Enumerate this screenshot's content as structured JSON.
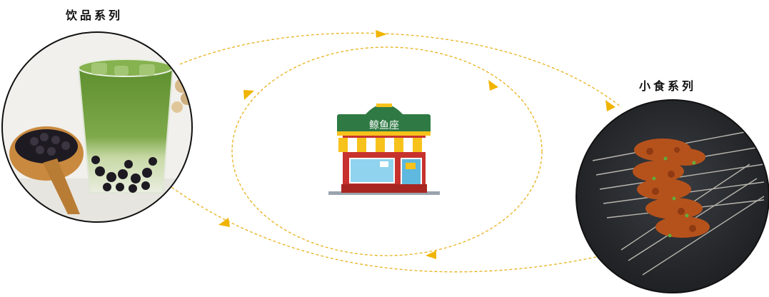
{
  "drinks": {
    "label": "饮品系列"
  },
  "snacks": {
    "label": "小食系列"
  },
  "store": {
    "sign": "鲸鱼座"
  },
  "colors": {
    "arrow": "#f0b400",
    "dash": "#e8b11c",
    "store_green": "#2f7a44",
    "store_red": "#c7322e",
    "awning_yellow": "#f7c21b",
    "awning_white": "#ffffff",
    "matcha": "#6f9d3c",
    "pearl": "#1e1a22",
    "wood": "#c98a3f",
    "slate": "#2e3135",
    "meat": "#b5521c"
  },
  "icons": {
    "drink_image": "matcha-bubble-tea-photo",
    "snack_image": "meat-skewers-photo",
    "store_icon": "storefront-icon"
  }
}
